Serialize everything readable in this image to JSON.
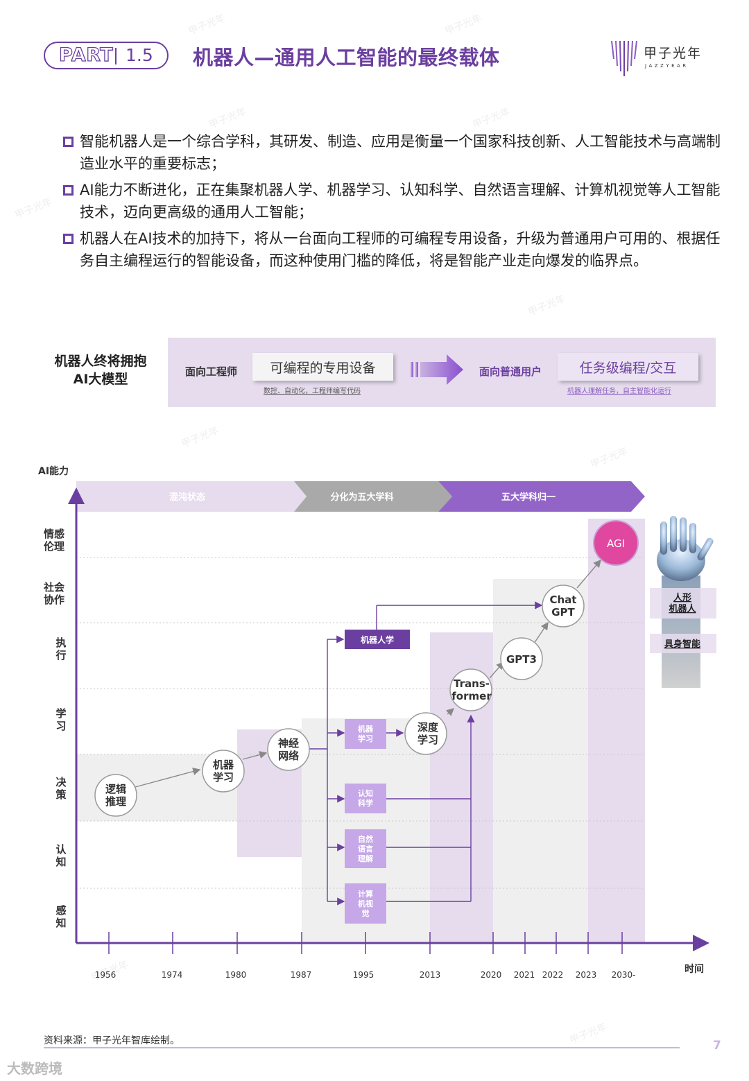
{
  "header": {
    "part_word": "PART",
    "part_number": "1.5",
    "title": "机器人—通用人工智能的最终载体",
    "logo_cn": "甲子光年",
    "logo_en": "JAZZYEAR"
  },
  "bullets": [
    "智能机器人是一个综合学科，其研发、制造、应用是衡量一个国家科技创新、人工智能技术与高端制造业水平的重要标志；",
    "AI能力不断进化，正在集聚机器人学、机器学习、认知科学、自然语言理解、计算机视觉等人工智能技术，迈向更高级的通用人工智能；",
    "机器人在AI技术的加持下，将从一台面向工程师的可编程专用设备，升级为普通用户可用的、根据任务自主编程运行的智能设备，而这种使用门槛的降低，将是智能产业走向爆发的临界点。"
  ],
  "banner": {
    "left_title": "机器人终将拥抱AI大模型",
    "label_engineer": "面向工程师",
    "box_programmable": "可编程的专用设备",
    "sub_programmable": "数控、自动化，工程师编写代码",
    "label_user": "面向普通用户",
    "box_task": "任务级编程/交互",
    "sub_task": "机器人理解任务，自主智能化运行"
  },
  "diagram": {
    "y_axis_title": "AI能力",
    "x_axis_title": "时间",
    "y_levels": [
      "情感伦理",
      "社会协作",
      "执行",
      "学习",
      "决策",
      "认知",
      "感知"
    ],
    "years": [
      "1956",
      "1974",
      "1980",
      "1987",
      "1995",
      "2013",
      "2020",
      "2021",
      "2022",
      "2023",
      "2030-"
    ],
    "phases": [
      "混沌状态",
      "分化为五大学科",
      "五大学科归一"
    ],
    "nodes": {
      "logic": "逻辑推理",
      "ml": "机器学习",
      "nn": "神经网络",
      "dl": "深度学习",
      "transformer": "Trans-former",
      "gpt3": "GPT3",
      "chatgpt": "Chat GPT",
      "agi": "AGI"
    },
    "disciplines": {
      "robotics": "机器人学",
      "ml": "机器学习",
      "cog": "认知科学",
      "nlp": "自然语言理解",
      "cv": "计算机视觉"
    },
    "side_labels": {
      "humanoid": "人形机器人",
      "embodied": "具身智能"
    }
  },
  "footer": {
    "source": "资料来源：甲子光年智库绘制。",
    "page": "7",
    "watermark": "大数跨境"
  },
  "colors": {
    "brand_purple": "#6b3fa0",
    "light_purple": "#e6dcee",
    "agi_pink": "#e0479e"
  }
}
